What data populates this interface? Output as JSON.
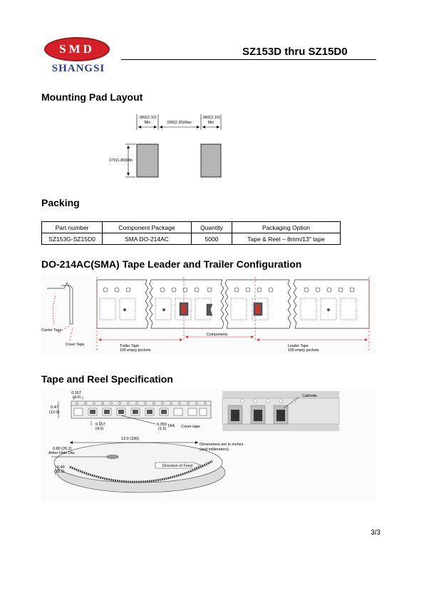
{
  "header": {
    "logo_mark": "SMD",
    "logo_name": "SHANGSI",
    "doc_title": "SZ153D thru SZ15D0"
  },
  "sections": {
    "mounting": "Mounting Pad Layout",
    "packing": "Packing",
    "tape_leader": "DO-214AC(SMA) Tape Leader and Trailer Configuration",
    "tape_reel": "Tape and Reel Specification"
  },
  "pad_layout": {
    "dim_left_a": ".082(2.10)",
    "dim_left_b": "Min",
    "dim_gap": ".090(2.30)Max",
    "dim_right_a": ".082(2.10)",
    "dim_right_b": "Min",
    "dim_height": ".070(1.80)Min"
  },
  "packing_table": {
    "headers": [
      "Part number",
      "Component Package",
      "Quantity",
      "Packaging Option"
    ],
    "rows": [
      [
        "SZ153G-SZ15D0",
        "SMA DO-214AC",
        "5000",
        "Tape & Reel – 8mm/13\" tape"
      ]
    ]
  },
  "tape_config": {
    "carrier_tape": "Carrier Tape",
    "cover_tape": "Cover Tape",
    "trailer_a": "Trailer Tape",
    "trailer_b": "100 empty pockets",
    "components": "Components",
    "leader_a": "Leader Tape",
    "leader_b": "100 empty pockets"
  },
  "reel_spec": {
    "d1_a": "0.157",
    "d1_b": "(4.0)",
    "d2_a": "0.47",
    "d2_b": "(12.0)",
    "d3_a": "0.157",
    "d3_b": "(4.0)",
    "d4_a": "0.059",
    "d4_b": "(1.5)",
    "dia": "DIA",
    "cover_tape": "Cover tape",
    "reel_dia": "13.0 (330)",
    "arbor_a": "0.80 (20.2)",
    "arbor_b": "Arbor Hole Dia.",
    "width_a": "0.49",
    "width_b": "(12.5)",
    "note_a": "Dimensions are in inches",
    "note_b": "(and millimeters).",
    "feed": "Direction of Feed",
    "cathode": "Cathode"
  },
  "footer": {
    "page": "3/3"
  }
}
